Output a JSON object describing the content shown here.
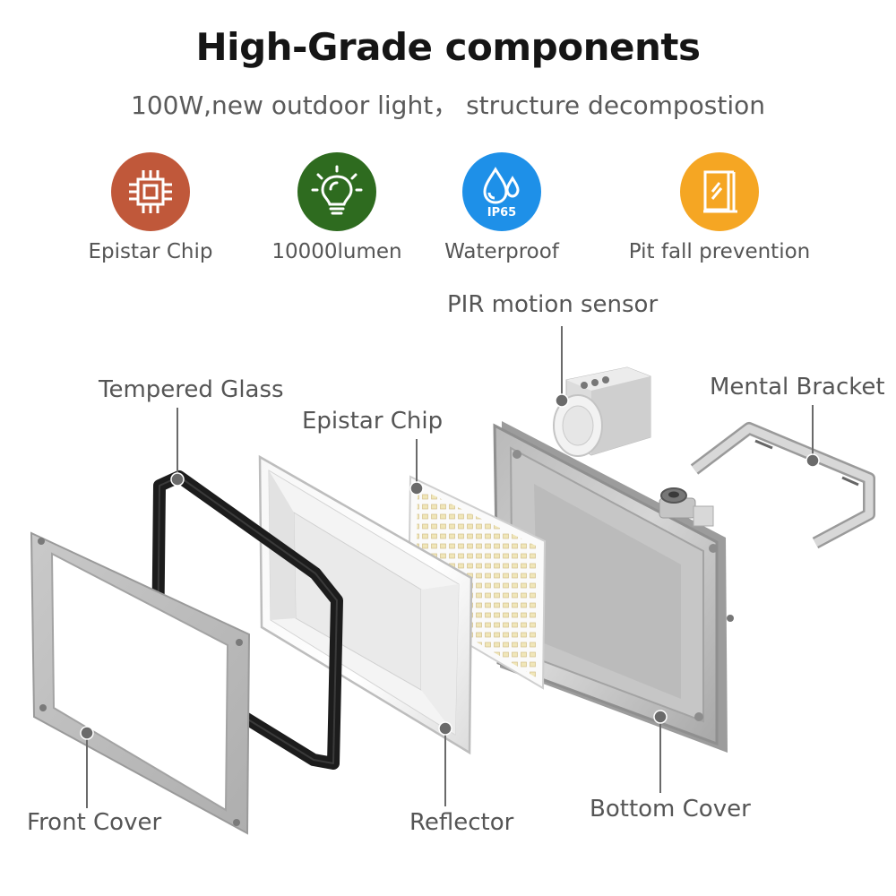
{
  "header": {
    "title": "High-Grade components",
    "subtitle": "100W,new outdoor light， structure decompostion"
  },
  "features": [
    {
      "label": "Epistar Chip",
      "icon": "chip-icon",
      "color": "#c0583a"
    },
    {
      "label": "10000lumen",
      "icon": "light-bulb-icon",
      "color": "#2e6b1f"
    },
    {
      "label": "Waterproof",
      "icon": "water-drop-icon",
      "color": "#1e90e8",
      "badge": "IP65"
    },
    {
      "label": "Pit fall prevention",
      "icon": "glass-pane-icon",
      "color": "#f5a623"
    }
  ],
  "parts": {
    "pir_sensor": "PIR motion sensor",
    "tempered_glass": "Tempered Glass",
    "epistar_chip": "Epistar Chip",
    "mental_bracket": "Mental Bracket",
    "front_cover": "Front Cover",
    "reflector": "Reflector",
    "bottom_cover": "Bottom Cover"
  }
}
